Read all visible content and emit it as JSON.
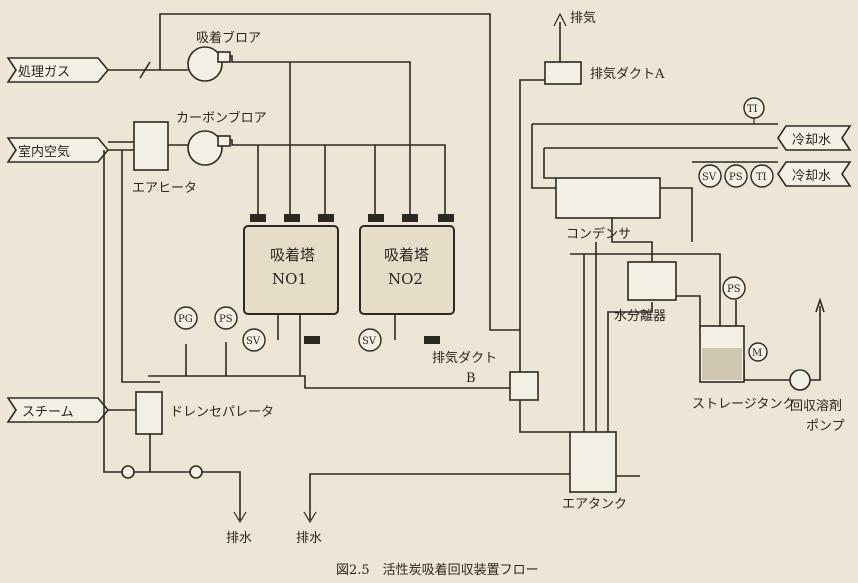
{
  "inlets": {
    "process_gas": "処理ガス",
    "room_air": "室内空気",
    "steam": "スチーム",
    "cooling_water_1": "冷却水",
    "cooling_water_2": "冷却水"
  },
  "equipment": {
    "adsorption_blower": "吸着ブロア",
    "carbon_blower": "カーボンブロア",
    "air_heater": "エアヒータ",
    "tower1_line1": "吸着塔",
    "tower1_line2": "NO1",
    "tower2_line1": "吸着塔",
    "tower2_line2": "NO2",
    "drain_separator": "ドレンセパレータ",
    "exhaust_duct_a": "排気ダクトA",
    "exhaust_duct_b_line1": "排気ダクト",
    "exhaust_duct_b_line2": "B",
    "condenser": "コンデンサ",
    "water_separator": "水分離器",
    "storage_tank": "ストレージタンク",
    "recovery_pump_line1": "回収溶剤",
    "recovery_pump_line2": "ポンプ",
    "air_tank": "エアタンク",
    "exhaust_top": "排気",
    "drain_1": "排水",
    "drain_2": "排水"
  },
  "instruments": {
    "pg": "PG",
    "ps1": "PS",
    "sv1": "SV",
    "sv2": "SV",
    "ti_top": "TI",
    "sv3": "SV",
    "ps2": "PS",
    "ti2": "TI",
    "ps3": "PS",
    "m": "M"
  },
  "caption": "図2.5　活性炭吸着回収装置フロー"
}
